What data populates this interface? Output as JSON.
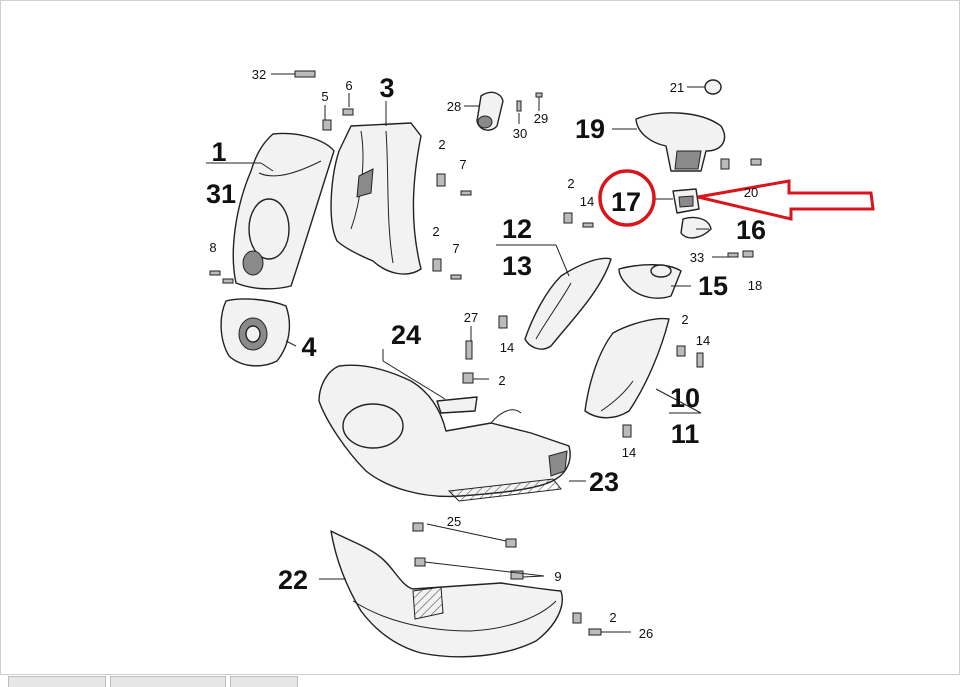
{
  "callouts": {
    "c1": "1",
    "c31": "31",
    "c3": "3",
    "c4": "4",
    "c5": "5",
    "c6": "6",
    "c32": "32",
    "c8": "8",
    "c2a": "2",
    "c7a": "7",
    "c2b": "2",
    "c7b": "7",
    "c28": "28",
    "c30": "30",
    "c29": "29",
    "c21": "21",
    "c19": "19",
    "c17": "17",
    "c2c": "2",
    "c14a": "14",
    "c20": "20",
    "c16": "16",
    "c12": "12",
    "c13": "13",
    "c33": "33",
    "c18": "18",
    "c15": "15",
    "c27": "27",
    "c14b": "14",
    "c24": "24",
    "c2d": "2",
    "c2e": "2",
    "c14c": "14",
    "c10": "10",
    "c11": "11",
    "c14d": "14",
    "c23": "23",
    "c25": "25",
    "c22": "22",
    "c9": "9",
    "c2f": "2",
    "c26": "26"
  },
  "highlight": {
    "color": "#d9151b",
    "target": "17"
  },
  "colors": {
    "line": "#222222",
    "part_fill": "#f2f2f2",
    "shade": "#8a8a8a"
  }
}
